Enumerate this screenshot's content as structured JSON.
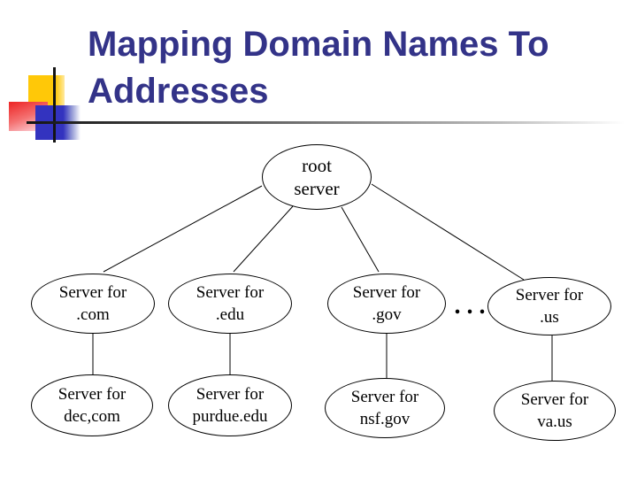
{
  "slide": {
    "title": {
      "line1": "Mapping Domain Names To",
      "line2": "Addresses"
    }
  },
  "diagram": {
    "root": {
      "line1": "root",
      "line2": "server"
    },
    "ellipsis": ". . .",
    "level2": [
      {
        "id": "com",
        "line1": "Server for",
        "line2": ".com"
      },
      {
        "id": "edu",
        "line1": "Server for",
        "line2": ".edu"
      },
      {
        "id": "gov",
        "line1": "Server for",
        "line2": ".gov"
      },
      {
        "id": "us",
        "line1": "Server for",
        "line2": ".us"
      }
    ],
    "level3": [
      {
        "id": "dec-com",
        "line1": "Server for",
        "line2": "dec,com"
      },
      {
        "id": "purdue-edu",
        "line1": "Server for",
        "line2": "purdue.edu"
      },
      {
        "id": "nsf-gov",
        "line1": "Server for",
        "line2": "nsf.gov"
      },
      {
        "id": "va-us",
        "line1": "Server for",
        "line2": "va.us"
      }
    ]
  },
  "colors": {
    "background": "#ffffff",
    "title_text": "#333388",
    "node_stroke": "#000000",
    "node_text": "#000000",
    "deco_yellow": "#ffc808",
    "deco_red": "#ee2b2b",
    "deco_blue": "#3333bf",
    "divider_start": "#141414",
    "divider_end": "#ffffff"
  }
}
